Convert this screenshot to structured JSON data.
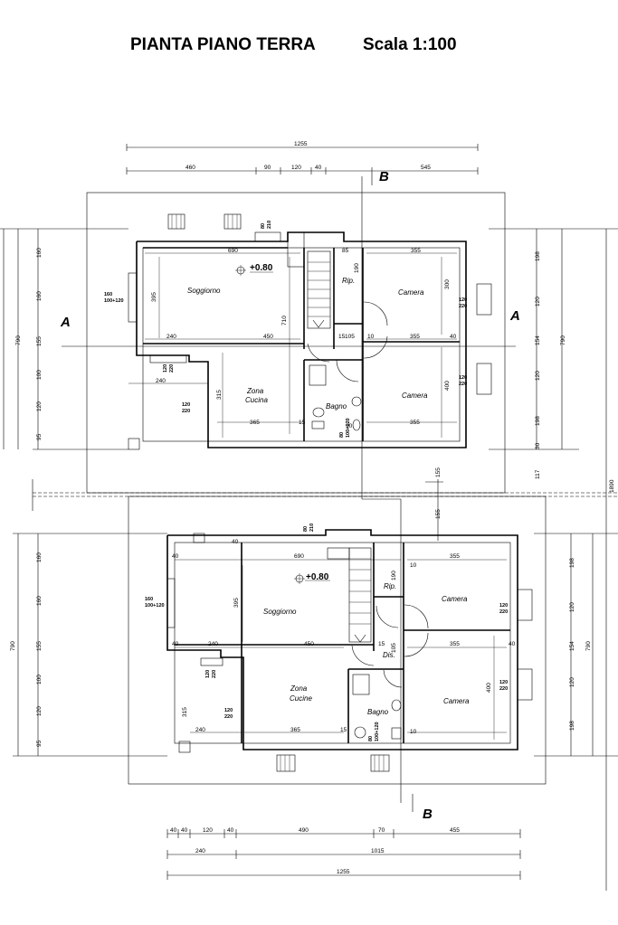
{
  "title": "PIANTA PIANO  TERRA",
  "scale": "Scala 1:100",
  "section_marks": {
    "a_left": "A",
    "a_right": "A",
    "b_top": "B",
    "b_bottom": "B"
  },
  "plan_top": {
    "level": "+0.80",
    "rooms": {
      "soggiorno": "Soggiorno",
      "cucina_1": "Zona",
      "cucina_2": "Cucina",
      "rip": "Rip.",
      "camera_1": "Camera",
      "camera_2": "Camera",
      "bagno": "Bagno"
    },
    "dims": {
      "overall": "1255",
      "top_460": "460",
      "top_90": "90",
      "top_120": "120",
      "top_40": "40",
      "top_545": "545",
      "soggiorno_w": "690",
      "soggiorno_h": "395",
      "wall_710": "710",
      "cucina_w": "365",
      "cucina_h": "315",
      "camera1_w": "355",
      "camera2_w": "355",
      "camera1_h": "300",
      "camera2_h": "400",
      "d_240": "240",
      "d_450": "450",
      "d_105": "105",
      "d_15": "15",
      "d_10": "10",
      "d_40": "40",
      "d_85": "85",
      "d_190": "190",
      "d_90": "90",
      "d_240b": "240",
      "d_15b": "15",
      "d_355c": "355",
      "win_80": "80",
      "win_210": "210",
      "left_160a": "160",
      "left_160b": "160",
      "left_155": "155",
      "left_100": "100",
      "left_120": "120",
      "left_95": "95",
      "left_790": "790",
      "right_198a": "198",
      "right_120a": "120",
      "right_154": "154",
      "right_120b": "120",
      "right_198b": "198",
      "right_30": "30",
      "right_790": "790",
      "right_117": "117",
      "right_1890": "1890",
      "gap_155": "155"
    },
    "windows": {
      "w1_a": "160",
      "w1_b": "100+120",
      "w2_a": "120",
      "w2_b": "220",
      "w3_a": "120",
      "w3_b": "220",
      "w4_a": "120",
      "w4_b": "220",
      "w5_a": "120",
      "w5_b": "220",
      "bagno_a": "80",
      "bagno_b": "100+120"
    }
  },
  "plan_bottom": {
    "level": "+0.80",
    "rooms": {
      "soggiorno": "Soggiorno",
      "cucina_1": "Zona",
      "cucina_2": "Cucine",
      "rip": "Rip.",
      "dis": "Dis.",
      "camera_1": "Camera",
      "camera_2": "Camera",
      "bagno": "Bagno"
    },
    "dims": {
      "soggiorno_w": "690",
      "soggiorno_h": "395",
      "d_450": "450",
      "d_240": "240",
      "d_240b": "240",
      "cucina_w": "365",
      "cucina_h": "315",
      "camera1_w": "355",
      "camera2_w": "355",
      "camera2_h": "400",
      "d_40a": "40",
      "d_40b": "40",
      "d_40c": "40",
      "d_40d": "40",
      "d_10a": "10",
      "d_10b": "10",
      "d_190": "190",
      "d_15": "15",
      "d_105": "105",
      "d_15b": "15",
      "win_80": "80",
      "win_210": "210",
      "left_160a": "160",
      "left_160b": "160",
      "left_155": "155",
      "left_100": "100",
      "left_120": "120",
      "left_95": "95",
      "left_790": "790",
      "right_198a": "198",
      "right_120a": "120",
      "right_154": "154",
      "right_120b": "120",
      "right_198b": "198",
      "right_790": "790",
      "bot_40a": "40",
      "bot_40b": "40",
      "bot_120": "120",
      "bot_40c": "40",
      "bot_490": "490",
      "bot_70": "70",
      "bot_455": "455",
      "bot_240": "240",
      "bot_1015": "1015",
      "bot_1255": "1255"
    },
    "windows": {
      "w1_a": "160",
      "w1_b": "100+120",
      "w2_a": "120",
      "w2_b": "220",
      "w3_a": "120",
      "w3_b": "220",
      "w4_a": "120",
      "w4_b": "220",
      "w5_a": "120",
      "w5_b": "220",
      "bagno_a": "80",
      "bagno_b": "100+120"
    }
  }
}
